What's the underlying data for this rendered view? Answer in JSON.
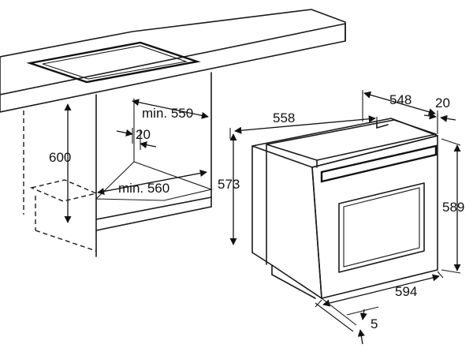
{
  "dimensions": {
    "cabinet_depth_min": "min. 550",
    "cabinet_gap": "20",
    "cabinet_height": "600",
    "cabinet_width_min": "min. 560",
    "oven_depth": "558",
    "oven_body_depth": "548",
    "oven_front_thickness": "20",
    "oven_body_height": "573",
    "oven_height": "589",
    "oven_width": "594",
    "oven_gap_bottom": "5"
  },
  "colors": {
    "line": "#1a1a1a",
    "background": "#ffffff"
  }
}
